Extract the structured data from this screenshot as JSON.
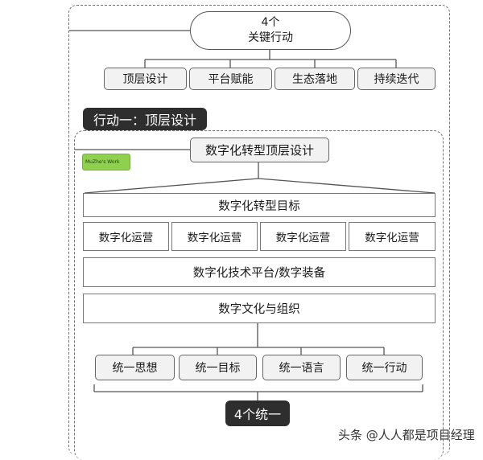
{
  "top_node": {
    "line1": "4个",
    "line2": "关键行动"
  },
  "actions": [
    "顶层设计",
    "平台赋能",
    "生态落地",
    "持续迭代"
  ],
  "section_label": "行动一：顶层设计",
  "sub_node": "数字化转型顶层设计",
  "watermark": "MuZhe's Work",
  "goal_row": "数字化转型目标",
  "ops_row": [
    "数字化运营",
    "数字化运营",
    "数字化运营",
    "数字化运营"
  ],
  "platform_row": "数字化技术平台/数字装备",
  "culture_row": "数字文化与组织",
  "unify_items": [
    "统一思想",
    "统一目标",
    "统一语言",
    "统一行动"
  ],
  "unify_label": "4个统一",
  "credit": "头条 @人人都是项目经理"
}
